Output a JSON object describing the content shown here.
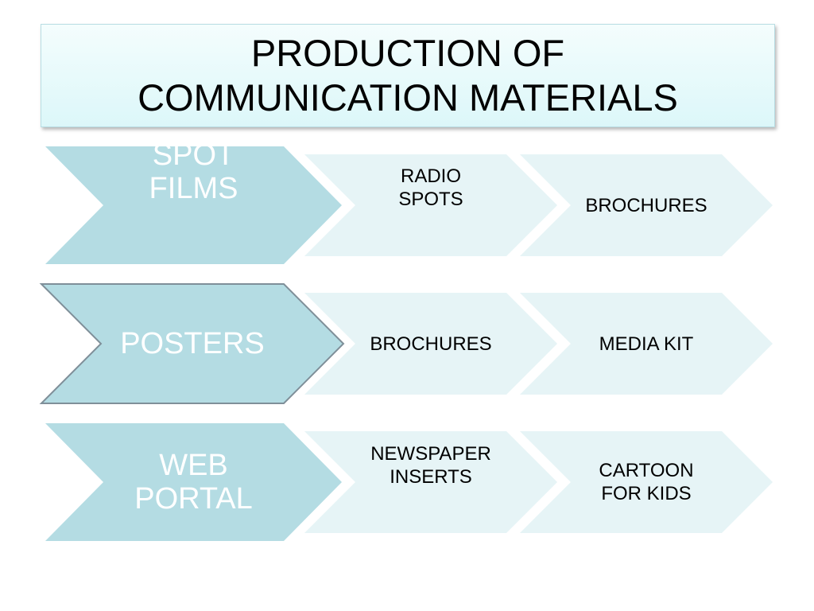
{
  "title": "PRODUCTION OF\nCOMMUNICATION MATERIALS",
  "rows": [
    {
      "main": "SPOT\nFILMS",
      "items": [
        "RADIO\nSPOTS",
        "BROCHURES"
      ]
    },
    {
      "main": "POSTERS",
      "items": [
        "BROCHURES",
        "MEDIA KIT"
      ]
    },
    {
      "main": "WEB\nPORTAL",
      "items": [
        "NEWSPAPER\nINSERTS",
        "CARTOON\nFOR KIDS"
      ]
    }
  ],
  "colors": {
    "main_fill": "#b4dce3",
    "main_selected_border": "#7f8f99",
    "item_fill": "#e6f4f6",
    "title_fill": "#e8fbfc"
  }
}
